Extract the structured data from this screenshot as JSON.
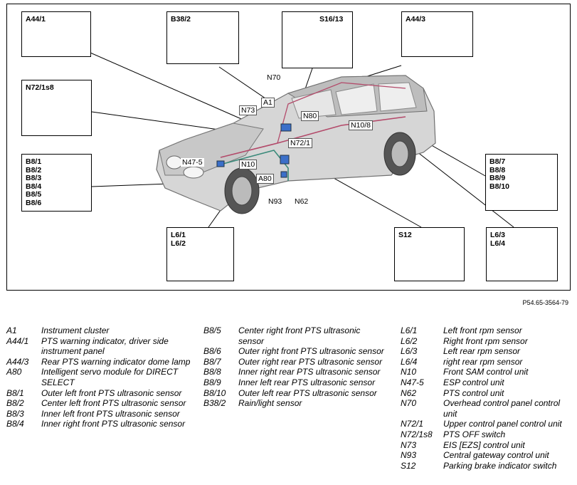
{
  "figure_ref": "P54.65-3564-79",
  "callouts": {
    "a44_1": "A44/1",
    "b38_2": "B38/2",
    "s16_13": "S16/13",
    "a44_3": "A44/3",
    "n72_1s8": "N72/1s8",
    "b8_front": "B8/1\nB8/2\nB8/3\nB8/4\nB8/5\nB8/6",
    "b8_rear": "B8/7\nB8/8\nB8/9\nB8/10",
    "l6_front": "L6/1\nL6/2",
    "s12": "S12",
    "l6_rear": "L6/3\nL6/4"
  },
  "car_labels": {
    "n70": "N70",
    "a1": "A1",
    "n73": "N73",
    "n80": "N80",
    "n10_8": "N10/8",
    "n72_1": "N72/1",
    "n47_5": "N47-5",
    "n10": "N10",
    "a80": "A80",
    "n93": "N93",
    "n62": "N62"
  },
  "legend": [
    [
      {
        "code": "A1",
        "desc": "Instrument cluster"
      },
      {
        "code": "A44/1",
        "desc": "PTS warning indicator, driver side instrument panel"
      },
      {
        "code": "A44/3",
        "desc": "Rear PTS warning indicator dome lamp"
      },
      {
        "code": "A80",
        "desc": "Intelligent servo module for DIRECT SELECT"
      },
      {
        "code": "B8/1",
        "desc": "Outer left front PTS ultrasonic sensor"
      },
      {
        "code": "B8/2",
        "desc": "Center left front PTS ultrasonic sensor"
      },
      {
        "code": "B8/3",
        "desc": "Inner left front PTS ultrasonic sensor"
      },
      {
        "code": "B8/4",
        "desc": "Inner right front PTS ultrasonic sensor"
      }
    ],
    [
      {
        "code": "B8/5",
        "desc": "Center right front PTS ultrasonic sensor"
      },
      {
        "code": "B8/6",
        "desc": "Outer right front PTS ultrasonic sensor"
      },
      {
        "code": "B8/7",
        "desc": "Outer right rear PTS ultrasonic sensor"
      },
      {
        "code": "B8/8",
        "desc": "Inner right rear PTS ultrasonic sensor"
      },
      {
        "code": "B8/9",
        "desc": "Inner left rear PTS ultrasonic sensor"
      },
      {
        "code": "B8/10",
        "desc": "Outer left rear PTS ultrasonic sensor"
      },
      {
        "code": "B38/2",
        "desc": "Rain/light sensor"
      }
    ],
    [
      {
        "code": "L6/1",
        "desc": "Left front rpm sensor"
      },
      {
        "code": "L6/2",
        "desc": "Right front rpm sensor"
      },
      {
        "code": "L6/3",
        "desc": "Left rear rpm sensor"
      },
      {
        "code": "L6/4",
        "desc": "right rear rpm sensor"
      },
      {
        "code": "N10",
        "desc": "Front SAM control unit"
      },
      {
        "code": "N47-5",
        "desc": "ESP control unit"
      },
      {
        "code": "N62",
        "desc": "PTS control unit"
      },
      {
        "code": "N70",
        "desc": "Overhead control panel control unit"
      },
      {
        "code": "N72/1",
        "desc": "Upper control panel control unit"
      },
      {
        "code": "N72/1s8",
        "desc": "PTS OFF switch"
      },
      {
        "code": "N73",
        "desc": "EIS [EZS] control unit"
      },
      {
        "code": "N93",
        "desc": "Central gateway control unit"
      },
      {
        "code": "S12",
        "desc": "Parking brake indicator switch"
      }
    ]
  ]
}
